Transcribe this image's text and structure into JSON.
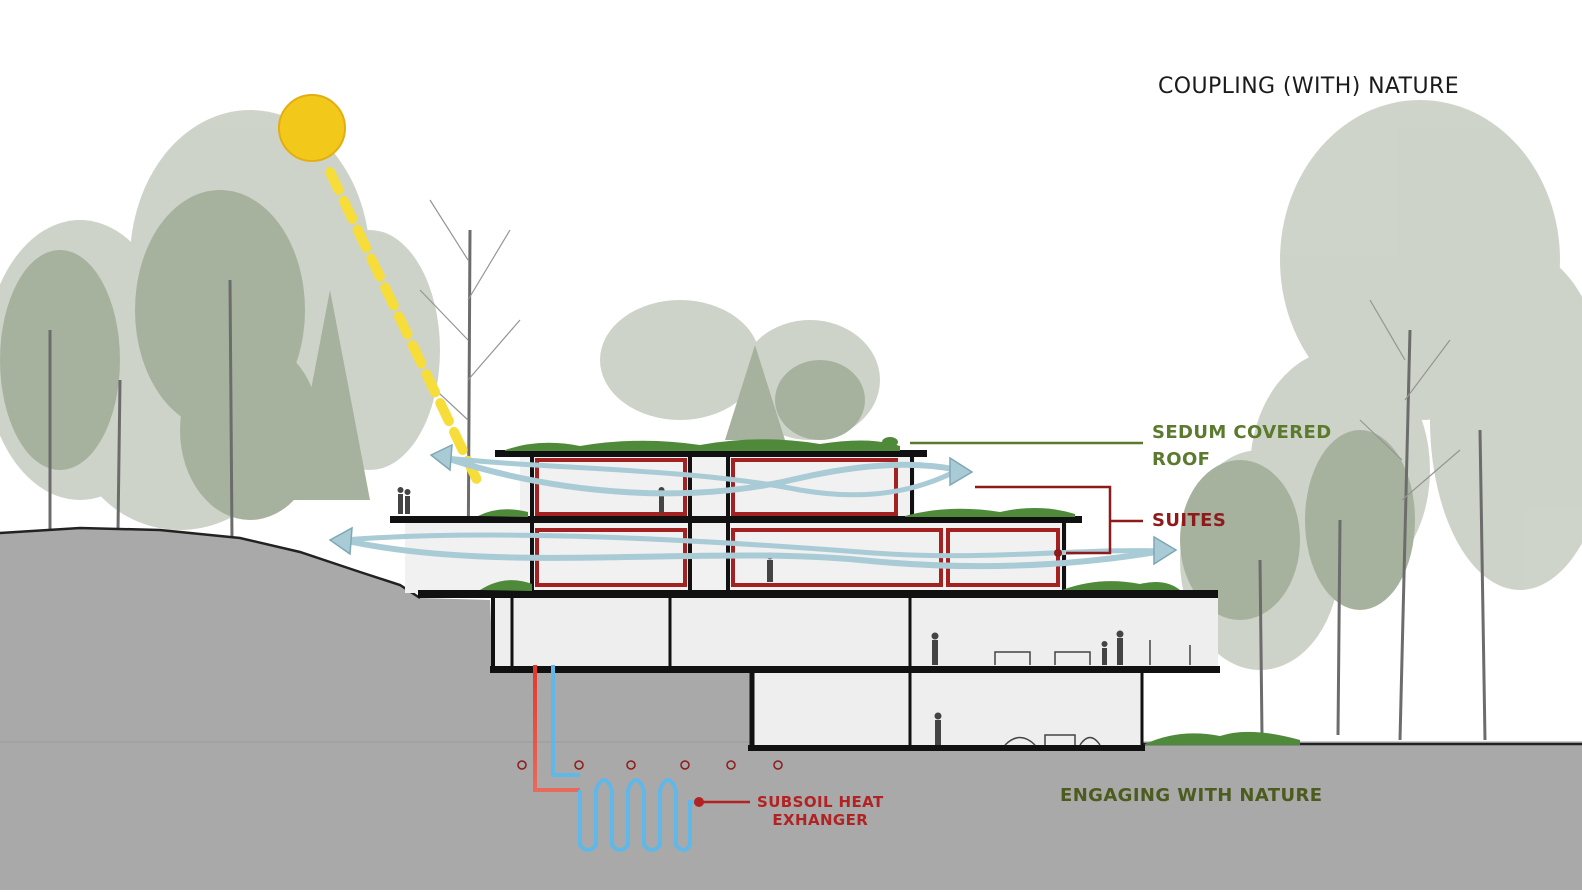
{
  "title": "COUPLING (WITH) NATURE",
  "labels": {
    "sedum_roof_line1": "SEDUM COVERED",
    "sedum_roof_line2": "ROOF",
    "suites": "SUITES",
    "heat_exchanger_line1": "SUBSOIL HEAT",
    "heat_exchanger_line2": "EXHANGER",
    "engaging": "ENGAGING WITH NATURE"
  },
  "colors": {
    "ground": "#a9a9a9",
    "sun": "#f2c81b",
    "sun_ray": "#f7dd3a",
    "airflow": "#a9cbd6",
    "suite_frame": "#a32121",
    "green_roof": "#4f8a3a",
    "leader_green": "#5b7a2e",
    "leader_red": "#8e1b1b",
    "pipe_hot": "#e2372b",
    "pipe_cold": "#5fb8e8",
    "slab": "#111111"
  }
}
